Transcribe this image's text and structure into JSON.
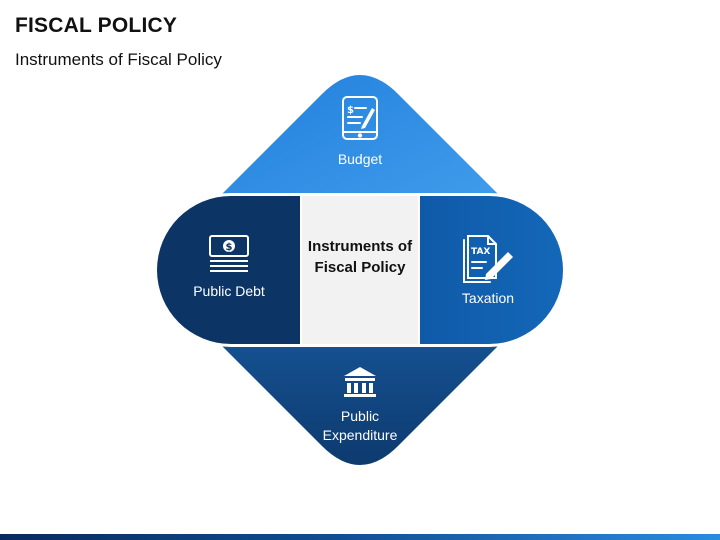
{
  "header": {
    "title": "FISCAL POLICY",
    "subtitle": "Instruments of Fiscal Policy"
  },
  "diagram": {
    "center": "Instruments of Fiscal Policy",
    "top": {
      "label": "Budget",
      "icon": "tablet-check-icon"
    },
    "left": {
      "label": "Public Debt",
      "icon": "money-stack-icon"
    },
    "right": {
      "label": "Taxation",
      "icon": "tax-document-icon"
    },
    "bottom": {
      "label_line1": "Public",
      "label_line2": "Expenditure",
      "icon": "bank-building-icon"
    }
  },
  "colors": {
    "top": "#2f8fe6",
    "left": "#0c3566",
    "right": "#0f5fb3",
    "bottom": "#12457f",
    "center": "#f2f2f2"
  }
}
